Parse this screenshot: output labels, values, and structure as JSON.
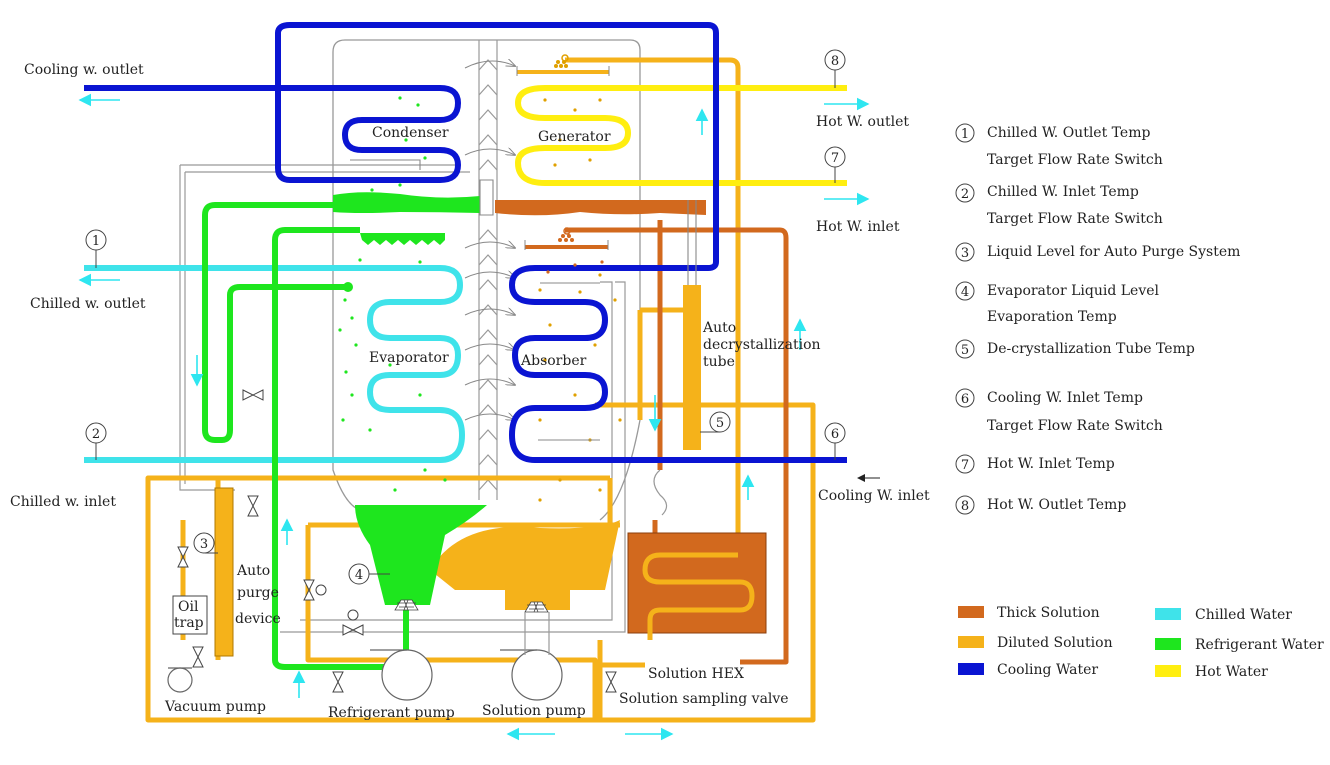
{
  "colors": {
    "thick_solution": "#d2691e",
    "diluted_solution": "#f5b21a",
    "cooling_water": "#0a14d2",
    "chilled_water": "#3fe3ea",
    "refrigerant_water": "#1ee61e",
    "hot_water": "#ffee10",
    "arrow": "#2ee6f0",
    "shell": "#999999"
  },
  "sections": {
    "condenser": "Condenser",
    "generator": "Generator",
    "evaporator": "Evaporator",
    "absorber": "Absorber",
    "auto_decryst_1": "Auto",
    "auto_decryst_2": "decrystallization",
    "auto_decryst_3": "tube",
    "auto_purge_1": "Auto",
    "auto_purge_2": "purge",
    "auto_purge_3": "device",
    "oil_trap_1": "Oil",
    "oil_trap_2": "trap",
    "solution_hex": "Solution HEX",
    "vacuum_pump": "Vacuum pump",
    "refrigerant_pump": "Refrigerant pump",
    "solution_pump": "Solution pump",
    "sampling_valve": "Solution sampling valve"
  },
  "ports": {
    "cooling_outlet": "Cooling w. outlet",
    "chilled_outlet": "Chilled w. outlet",
    "chilled_inlet": "Chilled w. inlet",
    "hot_outlet": "Hot W. outlet",
    "hot_inlet": "Hot W. inlet",
    "cooling_inlet": "Cooling W. inlet"
  },
  "markers": [
    "1",
    "2",
    "3",
    "4",
    "5",
    "6",
    "7",
    "8"
  ],
  "sensor_list": [
    {
      "num": "1",
      "line1": "Chilled W. Outlet Temp",
      "line2": "Target Flow Rate Switch"
    },
    {
      "num": "2",
      "line1": "Chilled W. Inlet Temp",
      "line2": "Target Flow Rate Switch"
    },
    {
      "num": "3",
      "line1": "Liquid Level for Auto Purge System",
      "line2": ""
    },
    {
      "num": "4",
      "line1": "Evaporator Liquid Level",
      "line2": "Evaporation Temp"
    },
    {
      "num": "5",
      "line1": "De-crystallization Tube Temp",
      "line2": ""
    },
    {
      "num": "6",
      "line1": "Cooling W. Inlet Temp",
      "line2": "Target Flow Rate Switch"
    },
    {
      "num": "7",
      "line1": "Hot W. Inlet Temp",
      "line2": ""
    },
    {
      "num": "8",
      "line1": "Hot W. Outlet Temp",
      "line2": ""
    }
  ],
  "legend": [
    {
      "label": "Thick Solution",
      "color_key": "thick_solution"
    },
    {
      "label": "Chilled Water",
      "color_key": "chilled_water"
    },
    {
      "label": "Diluted Solution",
      "color_key": "diluted_solution"
    },
    {
      "label": "Refrigerant Water",
      "color_key": "refrigerant_water"
    },
    {
      "label": "Cooling Water",
      "color_key": "cooling_water"
    },
    {
      "label": "Hot Water",
      "color_key": "hot_water"
    }
  ]
}
